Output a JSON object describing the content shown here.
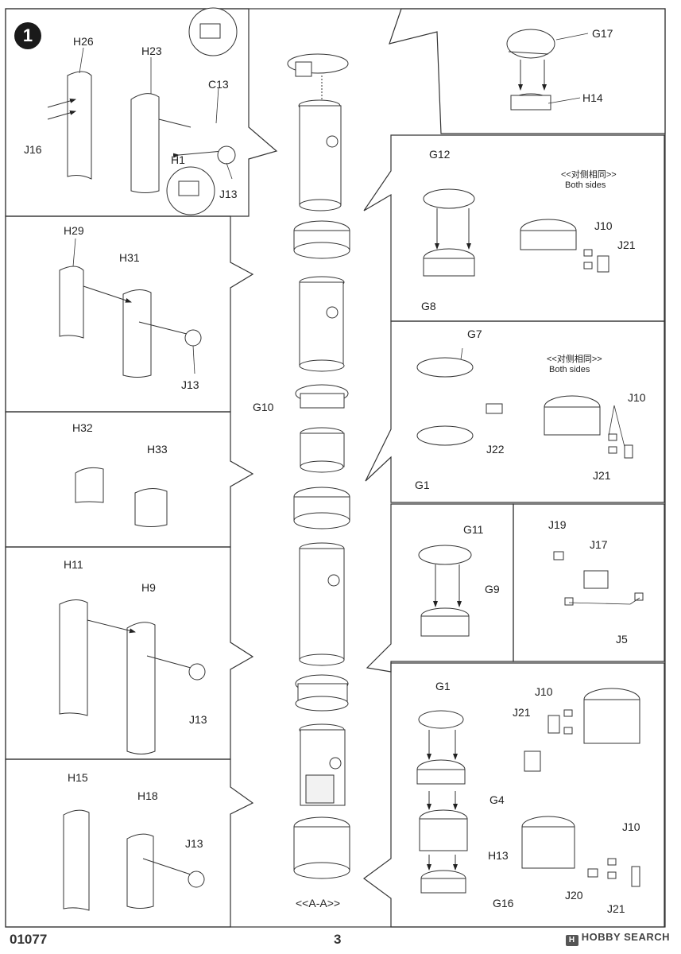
{
  "step_number": "1",
  "page_number": "3",
  "kit_code": "01077",
  "watermark": "HOBBY SEARCH",
  "section_label": "<<A-A>>",
  "both_sides_cn": "<<对侧相同>>",
  "both_sides_en": "Both sides",
  "labels": {
    "H26": "H26",
    "H23": "H23",
    "C13": "C13",
    "J16": "J16",
    "H1": "H1",
    "J13": "J13",
    "H29": "H29",
    "H31": "H31",
    "H32": "H32",
    "H33": "H33",
    "H11": "H11",
    "H9": "H9",
    "H15": "H15",
    "H18": "H18",
    "G10": "G10",
    "G17": "G17",
    "H14": "H14",
    "G12": "G12",
    "G8": "G8",
    "J10": "J10",
    "J21": "J21",
    "G7": "G7",
    "J22": "J22",
    "G1": "G1",
    "G11": "G11",
    "G9": "G9",
    "J19": "J19",
    "J17": "J17",
    "J5": "J5",
    "G4": "G4",
    "H13": "H13",
    "G16": "G16",
    "J20": "J20"
  }
}
